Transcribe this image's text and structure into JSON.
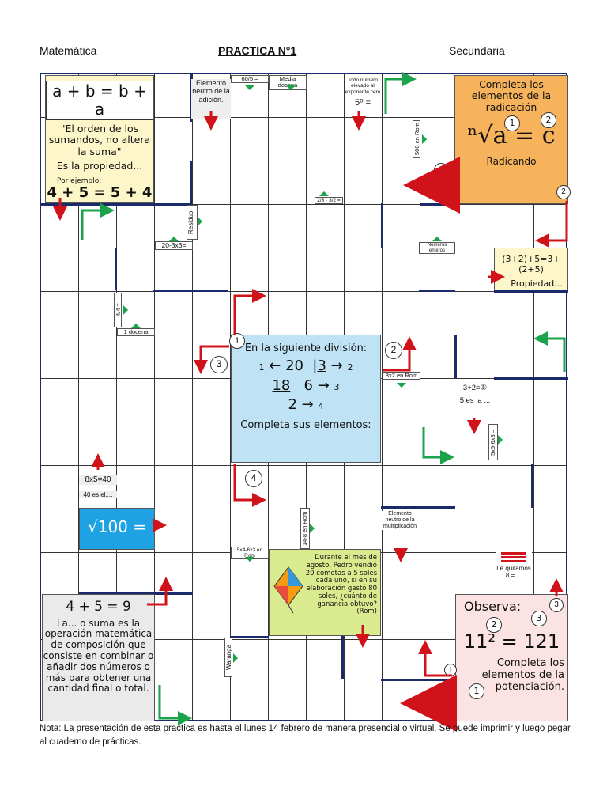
{
  "header": {
    "left": "Matemática",
    "center": "PRACTICA N°1",
    "right": "Secundaria"
  },
  "panels": {
    "conmutativa": {
      "formula": "a + b = b + a",
      "quote": "\"El orden de los sumandos, no altera la suma\"",
      "prompt": "Es la propiedad...",
      "example_label": "Por ejemplo:",
      "example": "4 + 5 = 5 + 4"
    },
    "radicacion": {
      "title": "Completa los elementos de la radicación",
      "formula": "ⁿ√a = c",
      "bottom": "Radicando",
      "marker1": "1",
      "marker2": "2"
    },
    "asociativa": {
      "formula": "(3+2)+5=3+(2+5)",
      "prompt": "Propiedad..."
    },
    "division": {
      "title": "En la siguiente división:",
      "dividend": "20",
      "divisor": "3",
      "product": "18",
      "quotient": "6",
      "remainder": "2",
      "footer": "Completa sus elementos:",
      "m1": "1",
      "m2": "2",
      "m3": "3",
      "m4": "4"
    },
    "sqrt": {
      "text": "√100 ="
    },
    "pedro": {
      "text": "Durante el mes de agosto, Pedro vendió 20 cometas a 5 soles cada uno, si en su elaboración gastó 80 soles, ¿cuánto de ganancia obtuvo? (Rom)"
    },
    "suma": {
      "formula": "4 + 5 = 9",
      "text": "La... o suma es la operación matemática de composición que consiste en combinar o añadir dos números o más para obtener una cantidad final o total."
    },
    "potencia": {
      "title": "Observa:",
      "formula": "11² = 121",
      "text": "Completa los elementos de la potenciación.",
      "m1": "1",
      "m2": "2",
      "m3": "3"
    }
  },
  "clues": {
    "elemento_neutro_adicion": "Elemento neutro de la adición.",
    "c60_5": "60/5 =",
    "media_docena": "Media docena",
    "exponente_cero": "Todo número elevado al exponente cero",
    "cinco_cero": "5⁰ =",
    "quinientos_rom": "500 en Rom",
    "residuo": "Residuo",
    "veinte_3x3": "20-3x3=",
    "fraccion": "2/3 · 3/2 =",
    "numeros_enteros": "Números enteros",
    "cuatro_cuartos": "4/4 =",
    "una_docena": "1 docena",
    "ocho_x2_rom": "8x2 en Rom",
    "tres_mas_dos": "3+2=⑤",
    "cinco_es_la": "5 es la ...",
    "cinco_x5_6x3": "5x5-6x3 =",
    "ocho_x5": "8x5=40",
    "cuarenta_es_el": "40 es el....",
    "catorce_8_rom": "14-8 en Rom",
    "neutro_multiplicacion": "Elemento neutro de la multiplicación",
    "cinco_x4_6x3_rom": "5x4-6x3 en Rom",
    "le_quitamos": "Le quitamos 8 = ...",
    "waranga": "Waranga"
  },
  "circle_markers": {
    "m1": "1",
    "m2": "2",
    "m3": "3",
    "m4": "4",
    "r1": "1",
    "r2": "2",
    "p1": "1",
    "p2": "2",
    "p3": "3"
  },
  "note": "Nota: La presentación de esta practica es hasta el lunes 14 febrero de manera presencial o virtual. Se puede imprimir y luego pegar al cuaderno de prácticas.",
  "colors": {
    "arrow_red": "#d0121b",
    "arrow_green": "#1aa34a",
    "wall": "#1b2a6b"
  }
}
